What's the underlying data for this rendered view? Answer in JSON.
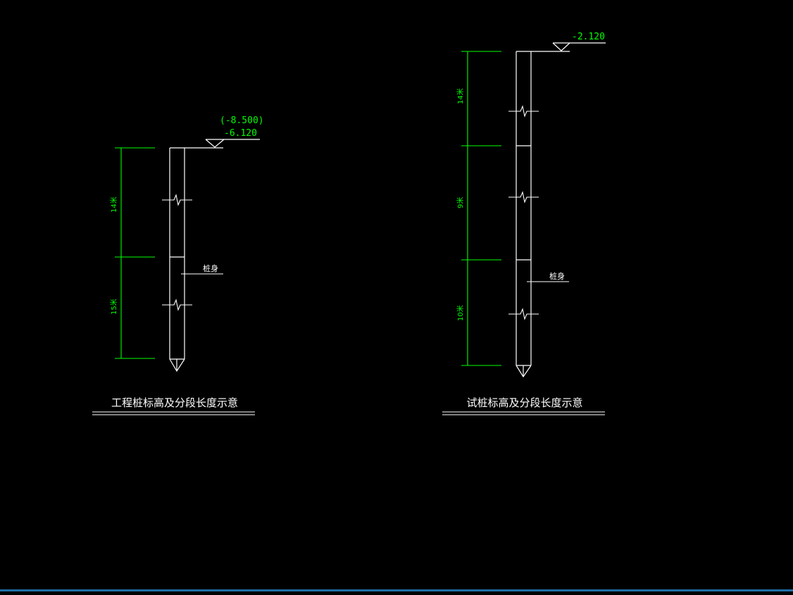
{
  "colors": {
    "background": "#000000",
    "line": "#ffffff",
    "dimension": "#00ff00"
  },
  "left_diagram": {
    "elevation_alt": "(-8.500)",
    "elevation": "-6.120",
    "segment_upper": "14米",
    "segment_lower": "15米",
    "pile_body_label": "桩身",
    "title": "工程桩标高及分段长度示意"
  },
  "right_diagram": {
    "elevation": "-2.120",
    "segment_upper": "14米",
    "segment_middle": "9米",
    "segment_lower": "10米",
    "pile_body_label": "桩身",
    "title": "试桩标高及分段长度示意"
  }
}
